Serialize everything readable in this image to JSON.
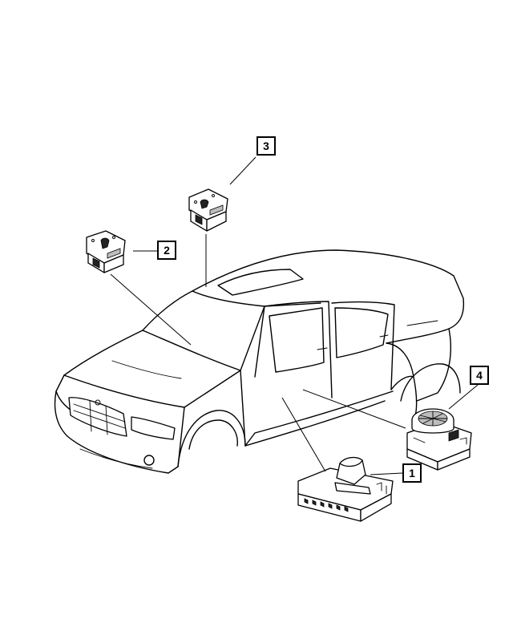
{
  "callouts": {
    "c1": "1",
    "c2": "2",
    "c3": "3",
    "c4": "4"
  },
  "parts": [
    {
      "callout": "1",
      "icon": "seat-switch-module-icon"
    },
    {
      "callout": "2",
      "icon": "heated-seat-switch-icon"
    },
    {
      "callout": "3",
      "icon": "heated-seat-switch-icon"
    },
    {
      "callout": "4",
      "icon": "adjuster-knob-module-icon"
    }
  ]
}
